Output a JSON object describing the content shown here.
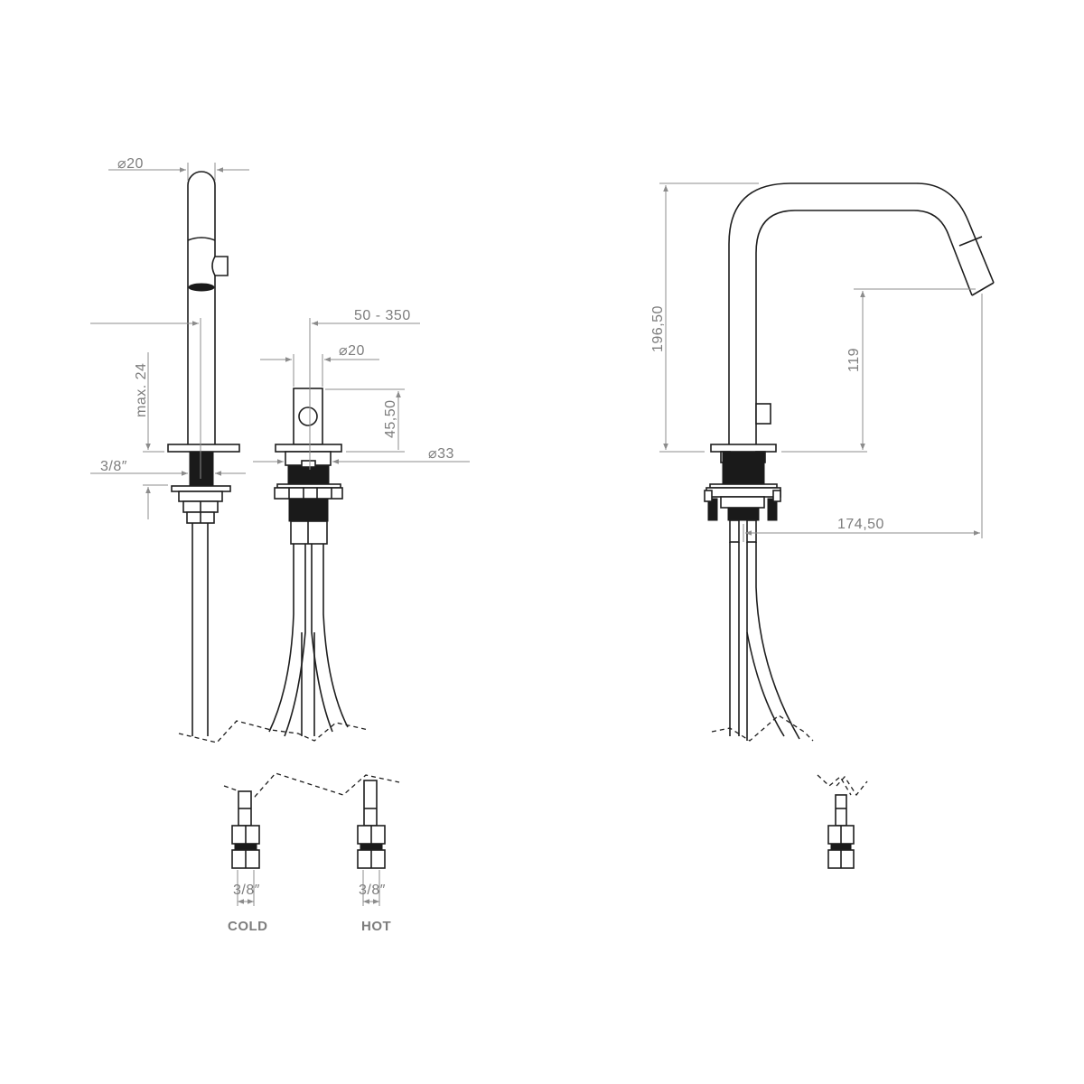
{
  "front_view": {
    "spout_diameter": "⌀20",
    "spacing": "50 - 350",
    "handle_diameter": "⌀20",
    "max_deck_thickness": "max. 24",
    "thread_size": "3/8″",
    "handle_height": "45,50",
    "body_diameter": "⌀33"
  },
  "connections": {
    "cold_thread": "3/8″",
    "hot_thread": "3/8″",
    "cold_label": "COLD",
    "hot_label": "HOT"
  },
  "side_view": {
    "total_height": "196,50",
    "spout_height": "119",
    "spout_reach": "174,50"
  },
  "colors": {
    "line": "#1e1e1e",
    "dimension": "#8c8c8c"
  }
}
